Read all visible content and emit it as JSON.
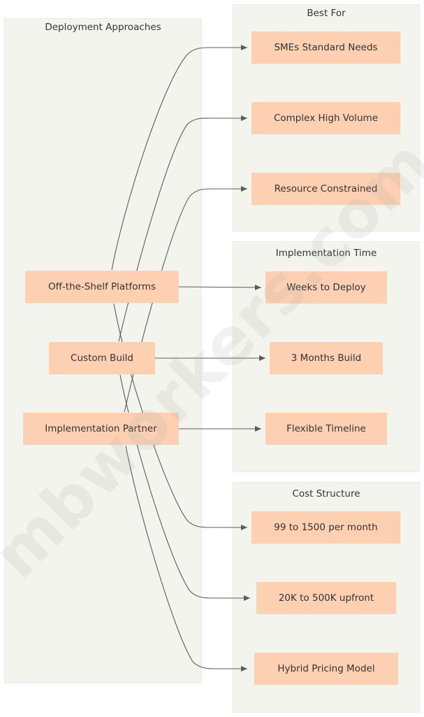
{
  "diagram": {
    "watermark": "mbworkers.com",
    "colors": {
      "node_fill": "#fcd0b1",
      "cluster_fill": "#f4f4ef",
      "cluster_border": "#eaeaea",
      "edge_stroke": "#5b5b5b",
      "text": "#333333",
      "page_background": "#ffffff"
    },
    "clusters": [
      {
        "id": "deployment-approaches",
        "title": "Deployment Approaches"
      },
      {
        "id": "best-for",
        "title": "Best For"
      },
      {
        "id": "implementation-time",
        "title": "Implementation Time"
      },
      {
        "id": "cost-structure",
        "title": "Cost Structure"
      }
    ],
    "nodes": {
      "approaches": [
        {
          "id": "off-the-shelf-platforms",
          "label": "Off-the-Shelf Platforms"
        },
        {
          "id": "custom-build",
          "label": "Custom Build"
        },
        {
          "id": "implementation-partner",
          "label": "Implementation Partner"
        }
      ],
      "best_for": [
        {
          "id": "smes-standard-needs",
          "label": "SMEs Standard Needs"
        },
        {
          "id": "complex-high-volume",
          "label": "Complex High Volume"
        },
        {
          "id": "resource-constrained",
          "label": "Resource Constrained"
        }
      ],
      "implementation_time": [
        {
          "id": "weeks-to-deploy",
          "label": "Weeks to Deploy"
        },
        {
          "id": "three-months-build",
          "label": "3 Months Build"
        },
        {
          "id": "flexible-timeline",
          "label": "Flexible Timeline"
        }
      ],
      "cost_structure": [
        {
          "id": "99-to-1500-per-month",
          "label": "99 to 1500 per month"
        },
        {
          "id": "20k-to-500k-upfront",
          "label": "20K to 500K upfront"
        },
        {
          "id": "hybrid-pricing-model",
          "label": "Hybrid Pricing Model"
        }
      ]
    },
    "edges": [
      {
        "from": "off-the-shelf-platforms",
        "to": "smes-standard-needs"
      },
      {
        "from": "off-the-shelf-platforms",
        "to": "weeks-to-deploy"
      },
      {
        "from": "off-the-shelf-platforms",
        "to": "99-to-1500-per-month"
      },
      {
        "from": "custom-build",
        "to": "complex-high-volume"
      },
      {
        "from": "custom-build",
        "to": "three-months-build"
      },
      {
        "from": "custom-build",
        "to": "20k-to-500k-upfront"
      },
      {
        "from": "implementation-partner",
        "to": "resource-constrained"
      },
      {
        "from": "implementation-partner",
        "to": "flexible-timeline"
      },
      {
        "from": "implementation-partner",
        "to": "hybrid-pricing-model"
      }
    ]
  }
}
